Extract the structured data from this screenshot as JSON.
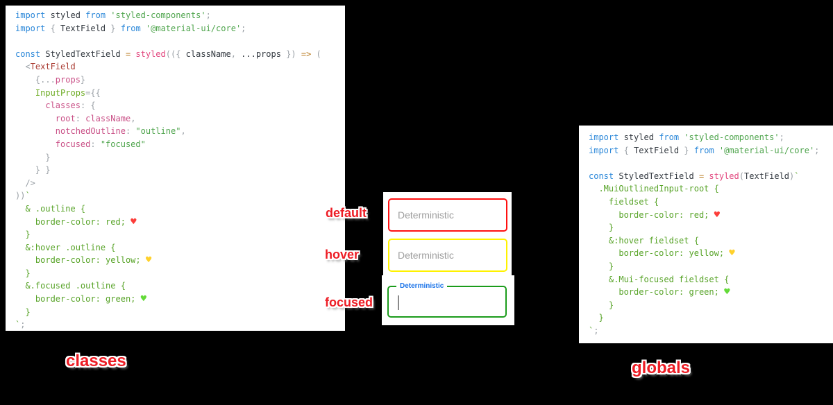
{
  "colors": {
    "background": "#000000",
    "panel_bg": "#ffffff",
    "accent_red_label": "#ed1c24",
    "field_default_border": "#ff1010",
    "field_hover_border": "#fff200",
    "field_focused_border": "#1b9c1b",
    "focused_label_blue": "#1a73e8",
    "placeholder_gray": "#9e9e9e"
  },
  "left_code": {
    "lines": [
      [
        [
          "kw",
          "import"
        ],
        [
          "id",
          " styled "
        ],
        [
          "kw",
          "from"
        ],
        [
          "str",
          " 'styled-components'"
        ],
        [
          "pun",
          ";"
        ]
      ],
      [
        [
          "kw",
          "import"
        ],
        [
          "pun",
          " { "
        ],
        [
          "id",
          "TextField"
        ],
        [
          "pun",
          " } "
        ],
        [
          "kw",
          "from"
        ],
        [
          "str",
          " '@material-ui/core'"
        ],
        [
          "pun",
          ";"
        ]
      ],
      [],
      [
        [
          "kw",
          "const"
        ],
        [
          "id",
          " StyledTextField "
        ],
        [
          "op",
          "="
        ],
        [
          "fn",
          " styled"
        ],
        [
          "pun",
          "(({ "
        ],
        [
          "id",
          "className"
        ],
        [
          "pun",
          ", "
        ],
        [
          "id",
          "...props"
        ],
        [
          "pun",
          " }) "
        ],
        [
          "op",
          "=>"
        ],
        [
          "pun",
          " ("
        ]
      ],
      [
        [
          "pun",
          "  <"
        ],
        [
          "jsx",
          "TextField"
        ]
      ],
      [
        [
          "pun",
          "    {..."
        ],
        [
          "key",
          "props"
        ],
        [
          "pun",
          "}"
        ]
      ],
      [
        [
          "pun",
          "    "
        ],
        [
          "attr",
          "InputProps"
        ],
        [
          "pun",
          "={{"
        ]
      ],
      [
        [
          "pun",
          "      "
        ],
        [
          "key",
          "classes"
        ],
        [
          "pun",
          ": {"
        ]
      ],
      [
        [
          "pun",
          "        "
        ],
        [
          "key",
          "root"
        ],
        [
          "pun",
          ": "
        ],
        [
          "key",
          "className"
        ],
        [
          "pun",
          ","
        ]
      ],
      [
        [
          "pun",
          "        "
        ],
        [
          "key",
          "notchedOutline"
        ],
        [
          "pun",
          ": "
        ],
        [
          "str",
          "\"outline\""
        ],
        [
          "pun",
          ","
        ]
      ],
      [
        [
          "pun",
          "        "
        ],
        [
          "key",
          "focused"
        ],
        [
          "pun",
          ": "
        ],
        [
          "str",
          "\"focused\""
        ]
      ],
      [
        [
          "pun",
          "      }"
        ]
      ],
      [
        [
          "pun",
          "    } }"
        ]
      ],
      [
        [
          "pun",
          "  />"
        ]
      ],
      [
        [
          "pun",
          "))"
        ],
        [
          "css",
          "`"
        ]
      ],
      [
        [
          "css",
          "  & .outline {"
        ]
      ],
      [
        [
          "css",
          "    border-color: red; "
        ],
        [
          "hr",
          "♥"
        ]
      ],
      [
        [
          "css",
          "  }"
        ]
      ],
      [
        [
          "css",
          "  &:hover .outline {"
        ]
      ],
      [
        [
          "css",
          "    border-color: yellow; "
        ],
        [
          "hy",
          "♥"
        ]
      ],
      [
        [
          "css",
          "  }"
        ]
      ],
      [
        [
          "css",
          "  &.focused .outline {"
        ]
      ],
      [
        [
          "css",
          "    border-color: green; "
        ],
        [
          "hg",
          "♥"
        ]
      ],
      [
        [
          "css",
          "  }"
        ]
      ],
      [
        [
          "css",
          "`"
        ],
        [
          "pun",
          ";"
        ]
      ]
    ]
  },
  "right_code": {
    "lines": [
      [
        [
          "kw",
          "import"
        ],
        [
          "id",
          " styled "
        ],
        [
          "kw",
          "from"
        ],
        [
          "str",
          " 'styled-components'"
        ],
        [
          "pun",
          ";"
        ]
      ],
      [
        [
          "kw",
          "import"
        ],
        [
          "pun",
          " { "
        ],
        [
          "id",
          "TextField"
        ],
        [
          "pun",
          " } "
        ],
        [
          "kw",
          "from"
        ],
        [
          "str",
          " '@material-ui/core'"
        ],
        [
          "pun",
          ";"
        ]
      ],
      [],
      [
        [
          "kw",
          "const"
        ],
        [
          "id",
          " StyledTextField "
        ],
        [
          "op",
          "="
        ],
        [
          "fn",
          " styled"
        ],
        [
          "pun",
          "("
        ],
        [
          "id",
          "TextField"
        ],
        [
          "pun",
          ")"
        ],
        [
          "css",
          "`"
        ]
      ],
      [
        [
          "css",
          "  .MuiOutlinedInput-root {"
        ]
      ],
      [
        [
          "css",
          "    fieldset {"
        ]
      ],
      [
        [
          "css",
          "      border-color: red; "
        ],
        [
          "hr",
          "♥"
        ]
      ],
      [
        [
          "css",
          "    }"
        ]
      ],
      [
        [
          "css",
          "    &:hover fieldset {"
        ]
      ],
      [
        [
          "css",
          "      border-color: yellow; "
        ],
        [
          "hy",
          "♥"
        ]
      ],
      [
        [
          "css",
          "    }"
        ]
      ],
      [
        [
          "css",
          "    &.Mui-focused fieldset {"
        ]
      ],
      [
        [
          "css",
          "      border-color: green; "
        ],
        [
          "hg",
          "♥"
        ]
      ],
      [
        [
          "css",
          "    }"
        ]
      ],
      [
        [
          "css",
          "  }"
        ]
      ],
      [
        [
          "css",
          "`"
        ],
        [
          "pun",
          ";"
        ]
      ]
    ]
  },
  "demo": {
    "state_labels": [
      {
        "text": "default"
      },
      {
        "text": "hover"
      },
      {
        "text": "focused"
      }
    ],
    "placeholder": "Deterministic",
    "focused_label": "Deterministic"
  },
  "captions": {
    "left": "classes",
    "right": "globals"
  }
}
